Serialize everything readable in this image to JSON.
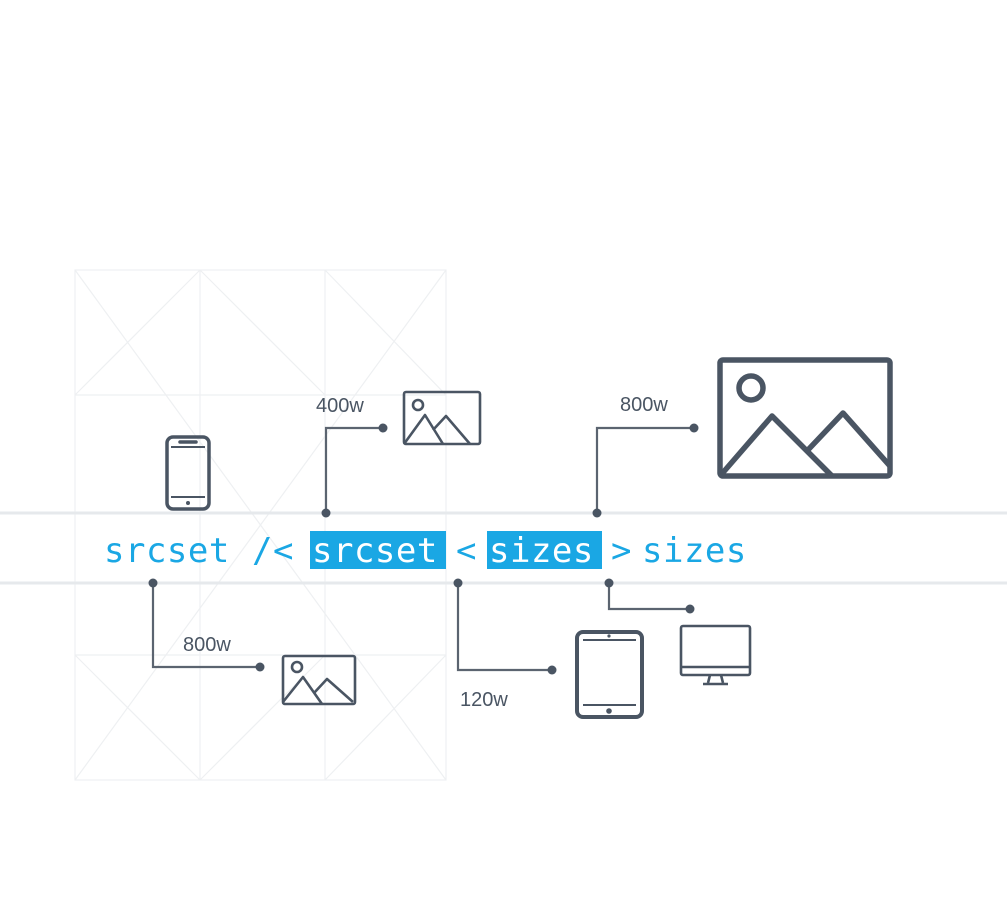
{
  "code_line": {
    "t1": "srcset",
    "t2": "/<",
    "t3": "srcset",
    "t4": "<",
    "t5": "sizes",
    "t6": ">",
    "t7": "sizes"
  },
  "widths": {
    "top_left": "400w",
    "top_right": "800w",
    "bottom_left": "800w",
    "bottom_middle": "120w"
  },
  "colors": {
    "accent": "#1AA7E4",
    "highlight_text": "#ffffff",
    "icon_stroke": "#4A5563",
    "connector": "#5B6470",
    "label_text": "#4A5563",
    "band_line": "#E6E9EC",
    "grid_line": "#EEF0F2"
  },
  "icons": [
    "smartphone-icon",
    "image-icon-small",
    "image-icon-large",
    "image-icon-bottom",
    "tablet-icon",
    "desktop-monitor-icon"
  ]
}
